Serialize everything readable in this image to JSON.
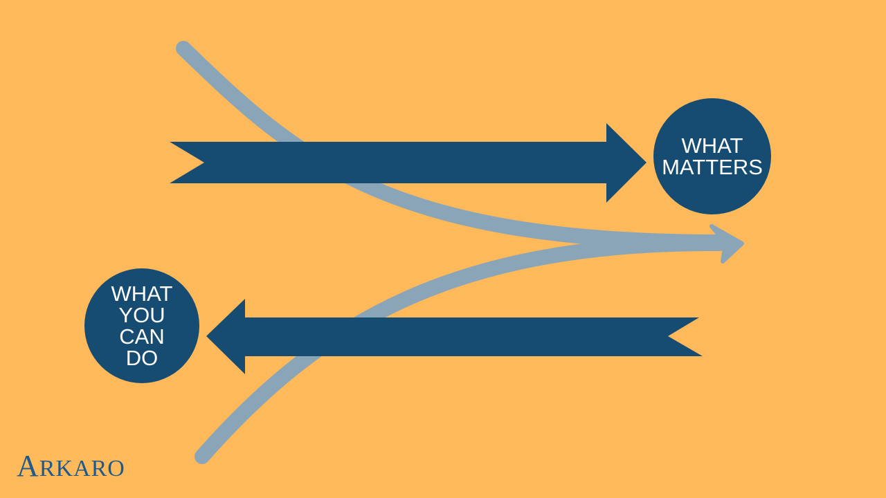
{
  "diagram": {
    "right_circle": {
      "lines": [
        "WHAT",
        "MATTERS"
      ]
    },
    "left_circle": {
      "lines": [
        "WHAT",
        "YOU",
        "CAN",
        "DO"
      ]
    }
  },
  "logo": {
    "first": "A",
    "rest": "RKARO"
  },
  "colors": {
    "background": "#FDB95A",
    "dark_blue": "#174C72",
    "light_blue": "#8BA5B8",
    "logo_blue": "#1F5A8C",
    "text": "#FFFFFF"
  }
}
